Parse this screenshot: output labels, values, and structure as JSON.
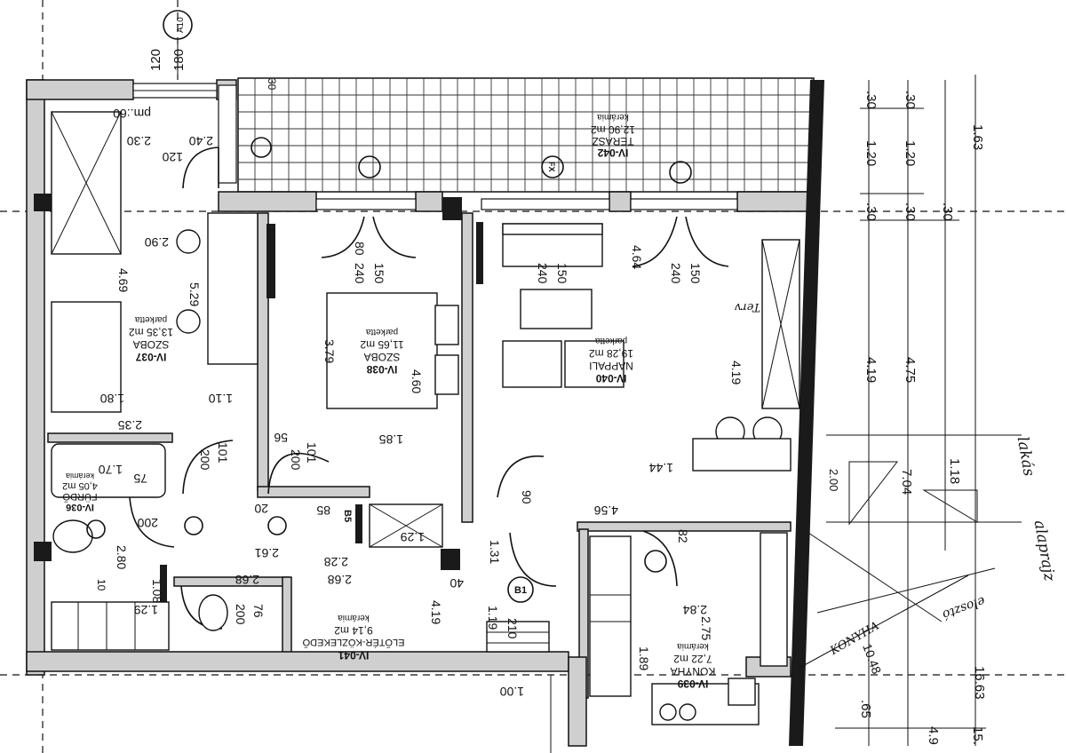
{
  "top_dims": {
    "a": "120",
    "b": "180",
    "axis": "A10"
  },
  "rooms": [
    {
      "code": "IV-042",
      "name": "TERASZ",
      "area": "12,90 m2",
      "floor": "kerámia"
    },
    {
      "code": "IV-037",
      "name": "SZOBA",
      "area": "13,35 m2",
      "floor": "parketta"
    },
    {
      "code": "IV-038",
      "name": "SZOBA",
      "area": "11,65 m2",
      "floor": "parketta"
    },
    {
      "code": "IV-040",
      "name": "NAPPALI",
      "area": "19,28 m2",
      "floor": "parketta"
    },
    {
      "code": "IV-036",
      "name": "FÜRDŐ",
      "area": "4,05 m2",
      "floor": "kerámia"
    },
    {
      "code": "IV-041",
      "name": "ELŐTÉR-KÖZLEKEDŐ",
      "area": "9,14 m2",
      "floor": "kerámia"
    },
    {
      "code": "IV-039",
      "name": "KONYHA",
      "area": "7,22 m2",
      "floor": "kerámia"
    }
  ],
  "dims": {
    "pm60": "pm.:60",
    "d230": "2.30",
    "d240": "2.40",
    "d120": "120",
    "d290": "2.90",
    "d469": "4.69",
    "d529": "5.29",
    "d180": "1.80",
    "d110": "1.10",
    "d235": "2.35",
    "d170": "1.70",
    "d75": "75",
    "d379": "3.79",
    "d460": "4.60",
    "d185": "1.85",
    "d464": "4.64",
    "d419": "4.19",
    "d456": "4.56",
    "d129": "1.29",
    "d131": "1.31",
    "d261": "2.61",
    "d228": "2.28",
    "d268": "2.68",
    "d419b": "4.19",
    "d119": "1.19",
    "d100": "1.00",
    "d284": "2.84",
    "d275": "2.75",
    "d189": "1.89",
    "d280": "2.80",
    "d129b": "1.29",
    "d108": "1.08",
    "d200a": "200",
    "d200b": "200",
    "d200c": "200",
    "d200d": "200",
    "d76": "76",
    "d80": "80",
    "d240a": "240",
    "d150a": "150",
    "d240b": "240",
    "d150b": "150",
    "d240c": "240",
    "d150c": "150",
    "d30": "30",
    "d10": "10",
    "d90": "90",
    "d210": "210",
    "d20": "20",
    "d85": "85",
    "d40": "40",
    "d56": "56",
    "d101a": "101",
    "d101b": "101",
    "d144": "1.44",
    "d82": "82"
  },
  "markers": {
    "b1": "B1",
    "b5": "B5",
    "fx": "FX"
  },
  "right_dims": {
    "c30": ".30",
    "c120": "1.20",
    "c163": "1.63",
    "c419": "4.19",
    "c475": "4.75",
    "c200": "2.00",
    "c704": "7.04",
    "c118": "1.18",
    "c1663": "16.63",
    "c1048": "10.48",
    "c65": ".65",
    "c49": "4.9",
    "c15": "15."
  },
  "hand_notes": {
    "terv": "Terv",
    "lakas": "lakás",
    "alapt": "alaprajz",
    "eloszto": "elosztó",
    "kony": "KONYHA"
  }
}
